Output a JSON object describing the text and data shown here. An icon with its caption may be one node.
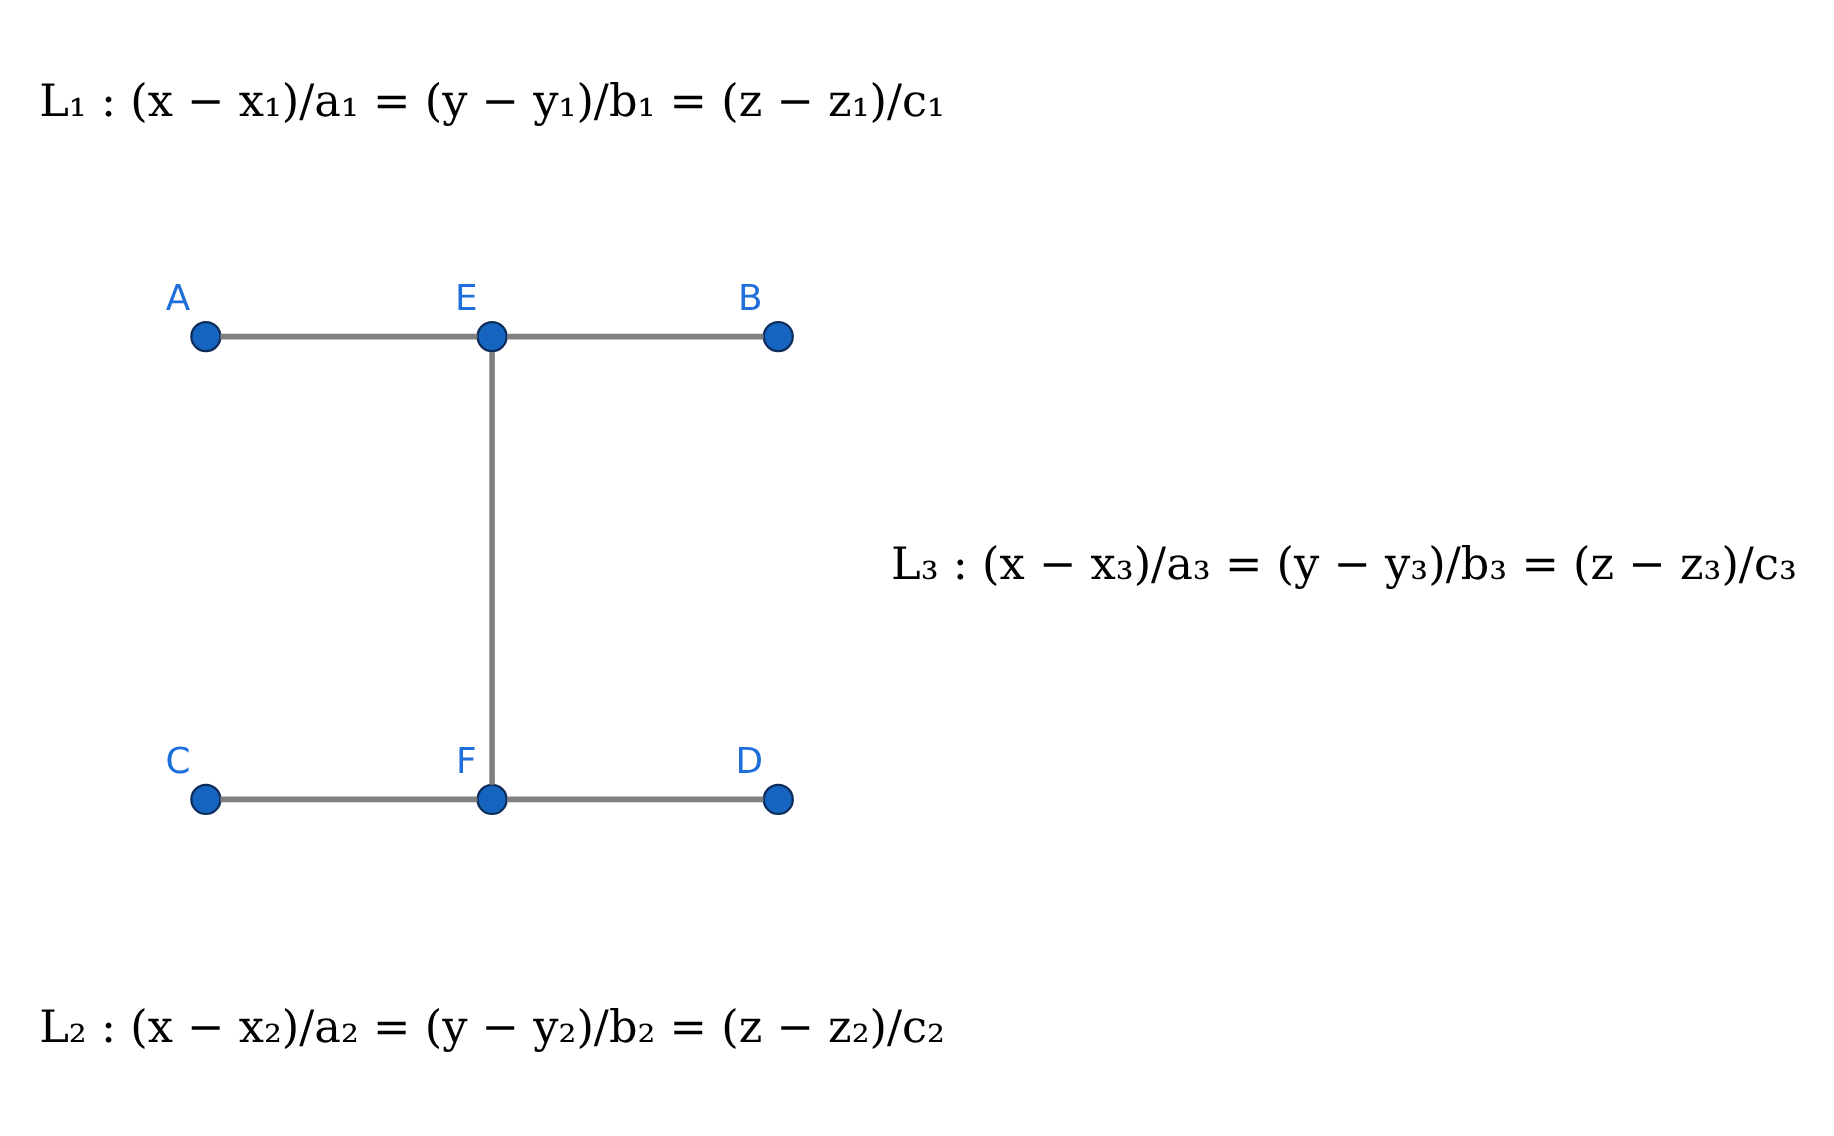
{
  "diagram": {
    "nodes": [
      {
        "text": [
          "A"
        ]
      },
      {
        "text": [
          "E"
        ]
      },
      {
        "text": [
          "B"
        ]
      },
      {
        "text": [
          "C"
        ]
      },
      {
        "text": [
          "F"
        ]
      },
      {
        "text": [
          "D"
        ]
      }
    ],
    "edges": [
      {
        "from": 0,
        "to": 1,
        "arrow": "none"
      },
      {
        "from": 1,
        "to": 2,
        "arrow": "none"
      },
      {
        "from": 1,
        "to": 4,
        "arrow": "none"
      },
      {
        "from": 3,
        "to": 4,
        "arrow": "none"
      },
      {
        "from": 4,
        "to": 5,
        "arrow": "none"
      }
    ],
    "labels": [
      "L₁ : (x − x₁)/a₁ = (y − y₁)/b₁ = (z − z₁)/c₁",
      "L₃ : (x − x₃)/a₃ = (y − y₃)/b₃ = (z − z₃)/c₃",
      "L₂ : (x − x₂)/a₂ = (y − y₂)/b₂ = (z − z₂)/c₂"
    ]
  }
}
